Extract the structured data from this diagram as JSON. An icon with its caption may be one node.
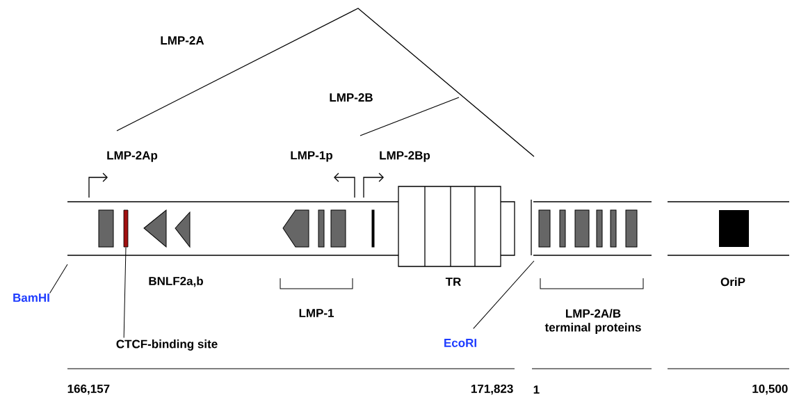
{
  "diagram": {
    "nodes": [
      {
        "text": [
          "BamHI"
        ]
      },
      {
        "text": [
          "CTCF-binding site"
        ]
      },
      {
        "text": [],
        "shape": "bar"
      },
      {
        "text": [
          "EcoRI"
        ]
      }
    ],
    "edges": [
      {
        "from": 0,
        "to": null,
        "arrow": "none"
      },
      {
        "from": 1,
        "to": 2,
        "arrow": "none"
      },
      {
        "from": 3,
        "to": null,
        "arrow": "none"
      }
    ],
    "labels": [
      "LMP-2A",
      "LMP-2B",
      "LMP-2Ap",
      "LMP-1p",
      "LMP-2Bp",
      "BNLF2a,b",
      "LMP-1",
      "TR",
      "LMP-2A/B terminal proteins",
      "OriP",
      "166,157",
      "171,823",
      "1",
      "10,500"
    ]
  }
}
